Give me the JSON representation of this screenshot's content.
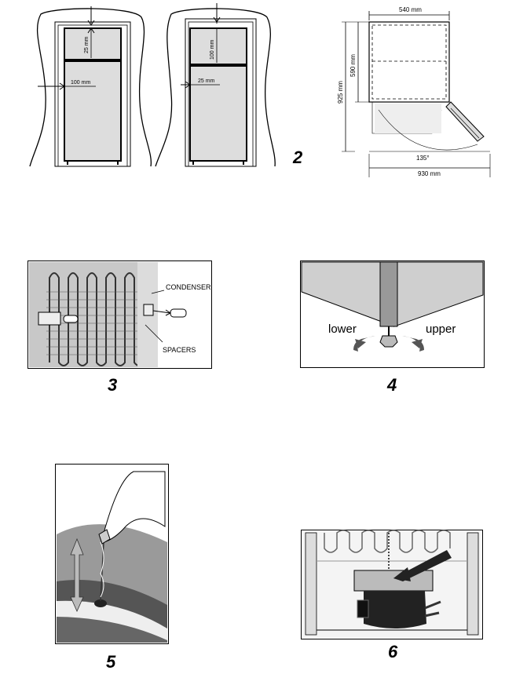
{
  "figure2": {
    "number": "2",
    "left_fridge": {
      "top_gap": "25 mm",
      "side_gap": "100 mm"
    },
    "right_fridge": {
      "top_gap": "100 mm",
      "side_gap": "25 mm"
    },
    "dims": {
      "width": "540 mm",
      "height_upper": "590 mm",
      "height_total": "925 mm",
      "angle": "135°",
      "depth_open": "930 mm"
    }
  },
  "figure3": {
    "number": "3",
    "condenser_label": "CONDENSER",
    "spacers_label": "SPACERS"
  },
  "figure4": {
    "number": "4",
    "lower_label": "lower",
    "upper_label": "upper"
  },
  "figure5": {
    "number": "5"
  },
  "figure6": {
    "number": "6"
  }
}
